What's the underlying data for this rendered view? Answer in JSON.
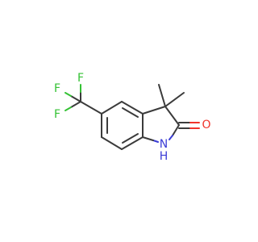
{
  "molecule": {
    "atoms": {
      "f_top": "F",
      "f_left": "F",
      "f_bottom": "F",
      "oxygen": "O",
      "nitrogen": "N",
      "hydrogen": "H"
    },
    "colors": {
      "bond": "#3b3b3b",
      "fluorine": "#34c234",
      "oxygen": "#f0332b",
      "nitrogen": "#3b3dd6",
      "background": "#ffffff"
    }
  }
}
